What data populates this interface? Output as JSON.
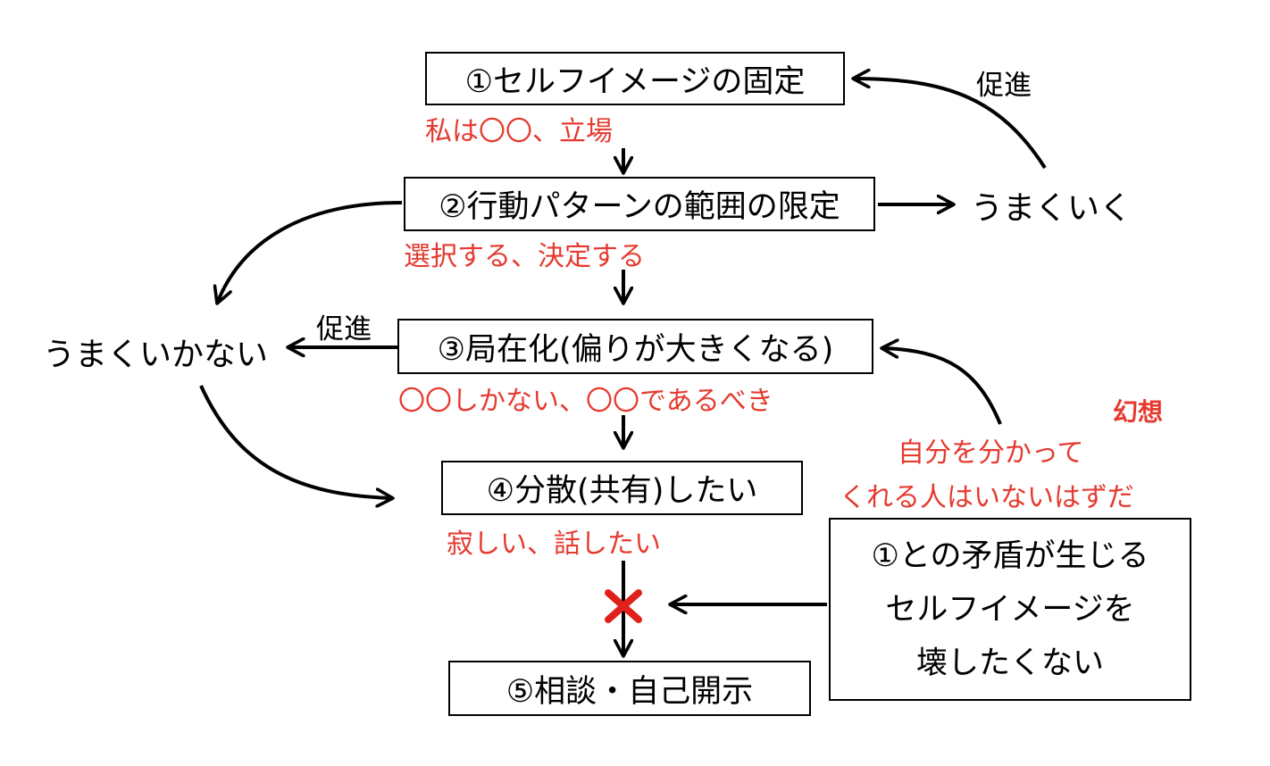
{
  "boxes": {
    "step1": "①セルフイメージの固定",
    "step2": "②行動パターンの範囲の限定",
    "step3": "③局在化(偏りが大きくなる)",
    "step4": "④分散(共有)したい",
    "step5": "⑤相談・自己開示",
    "contradiction": [
      "①との矛盾が生じる",
      "セルフイメージを",
      "壊したくない"
    ]
  },
  "notes": {
    "step1": "私は〇〇、立場",
    "step2": "選択する、決定する",
    "step3": "〇〇しかない、〇〇であるべき",
    "step4": "寂しい、話したい",
    "illusion_label": "幻想",
    "illusion_line1": "自分を分かって",
    "illusion_line2": "くれる人はいないはずだ"
  },
  "labels": {
    "works": "うまくいく",
    "fails": "うまくいかない",
    "promote_top": "促進",
    "promote_left": "促進"
  },
  "colors": {
    "note": "#e53a2f",
    "line": "#000000",
    "block_mark": "#e0201b"
  }
}
